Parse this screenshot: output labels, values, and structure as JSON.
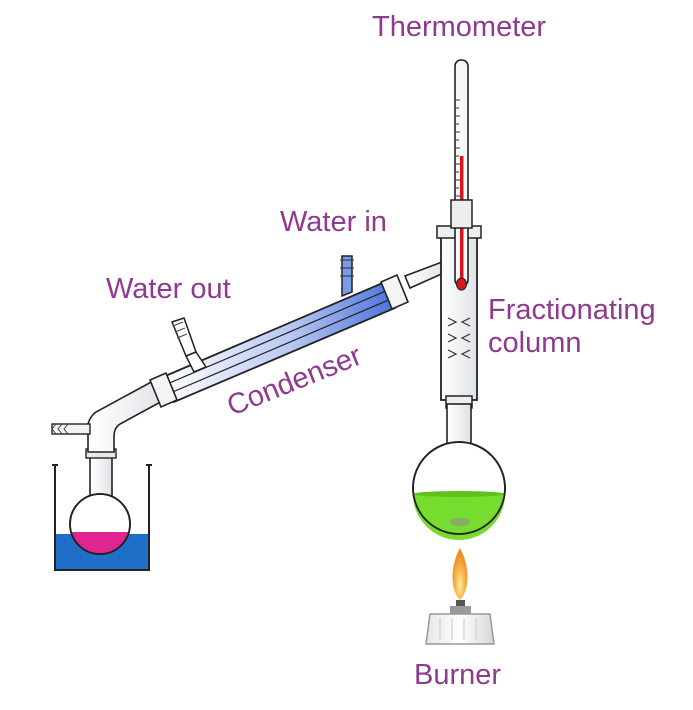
{
  "labels": {
    "thermometer": "Thermometer",
    "water_in": "Water in",
    "water_out": "Water out",
    "fractionating_line1": "Fractionating",
    "fractionating_line2": "column",
    "condenser": "Condenser",
    "burner": "Burner"
  },
  "colors": {
    "label_text": "#8e3a8e",
    "water": "#1f6ec8",
    "distillate": "#e0258f",
    "mixture": "#76dc2e",
    "flame_outer": "#f6a23a",
    "flame_inner": "#ffe27a",
    "mercury": "#d8141c",
    "coolant": "#6a8fe6"
  }
}
